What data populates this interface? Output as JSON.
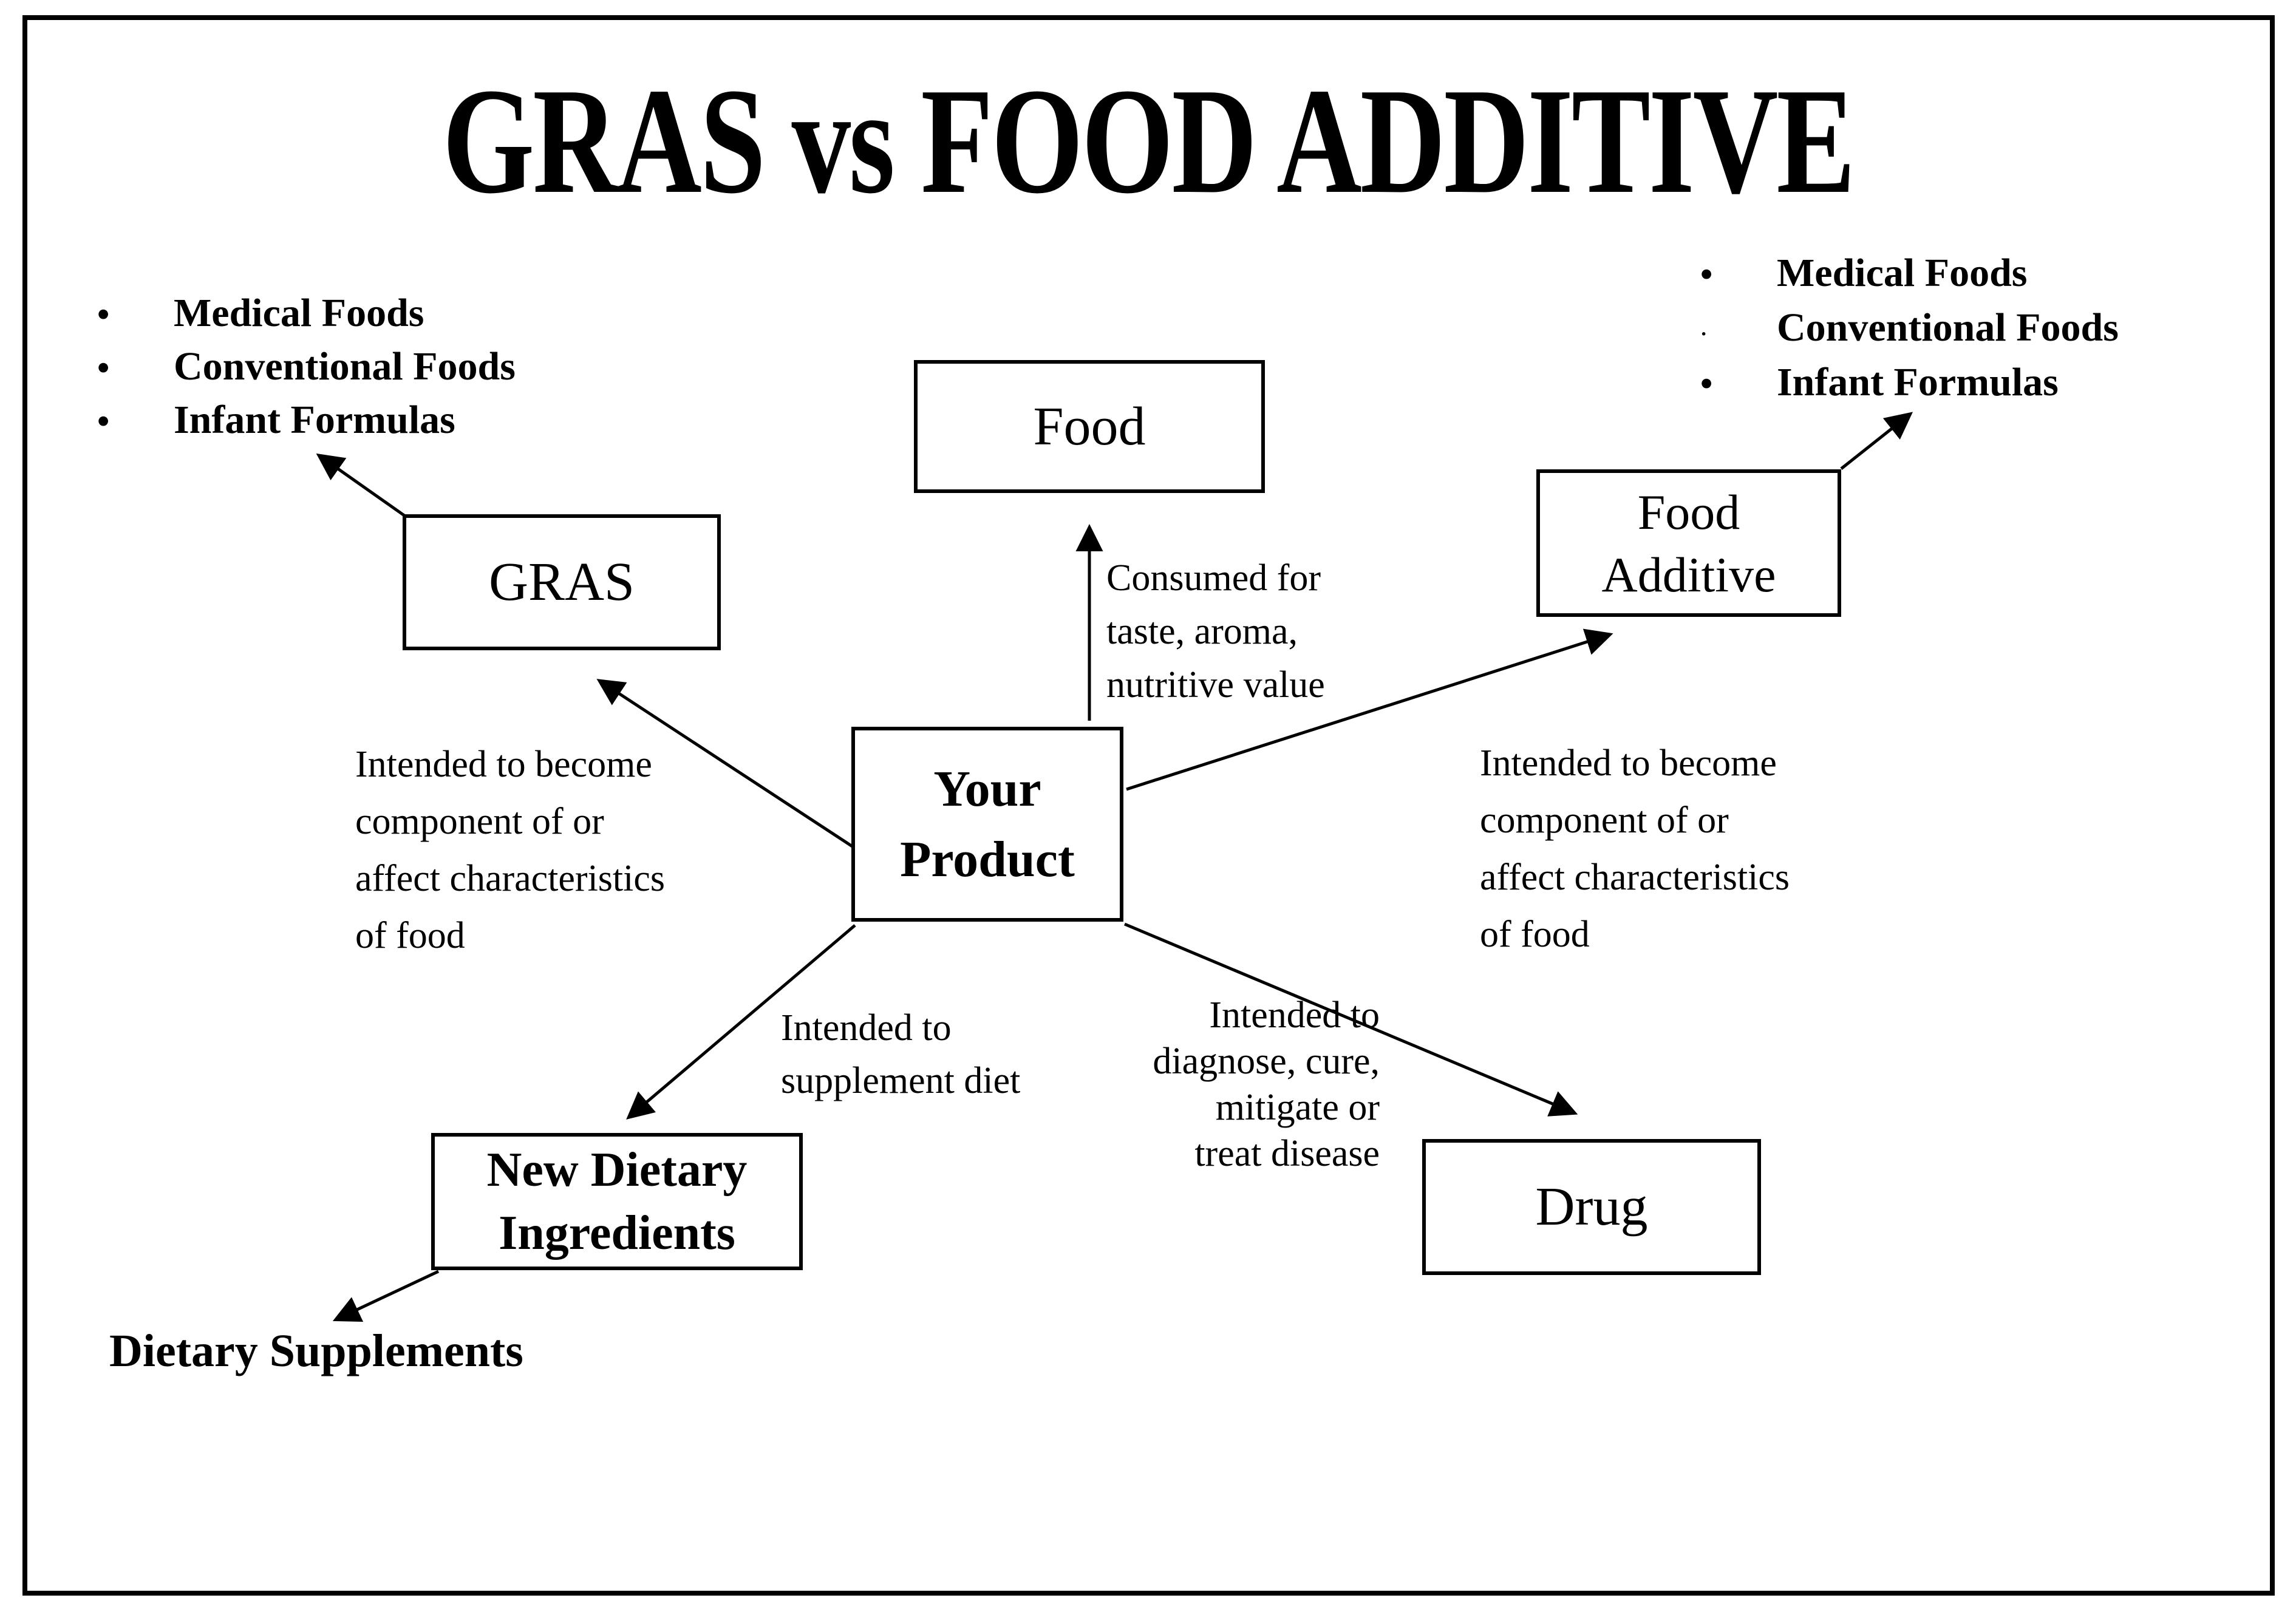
{
  "page": {
    "title": "GRAS vs FOOD ADDITIVE",
    "background_color": "#ffffff",
    "ink_color": "#000000"
  },
  "lists": {
    "left": {
      "items": [
        {
          "bullet": "•",
          "text": "Medical Foods"
        },
        {
          "bullet": "•",
          "text": "Conventional Foods"
        },
        {
          "bullet": "•",
          "text": "Infant Formulas"
        }
      ]
    },
    "right": {
      "items": [
        {
          "bullet": "•",
          "text": "Medical Foods"
        },
        {
          "bullet": "·",
          "text": "Conventional Foods"
        },
        {
          "bullet": "•",
          "text": "Infant Formulas"
        }
      ]
    }
  },
  "boxes": {
    "food": "Food",
    "gras": "GRAS",
    "food_additive": "Food\nAdditive",
    "your_product": "Your\nProduct",
    "new_dietary": "New Dietary\nIngredients",
    "drug": "Drug"
  },
  "annotations": {
    "consumed": "Consumed for\ntaste, aroma,\nnutritive value",
    "gras_intended": "Intended to become\ncomponent of or\naffect characteristics\nof food",
    "food_additive_intended": "Intended to become\ncomponent of or\naffect characteristics\nof food",
    "supplement": "Intended to\nsupplement diet",
    "diagnose": "Intended to\ndiagnose, cure,\nmitigate or\ntreat disease",
    "dietary_supplements": "Dietary Supplements"
  }
}
